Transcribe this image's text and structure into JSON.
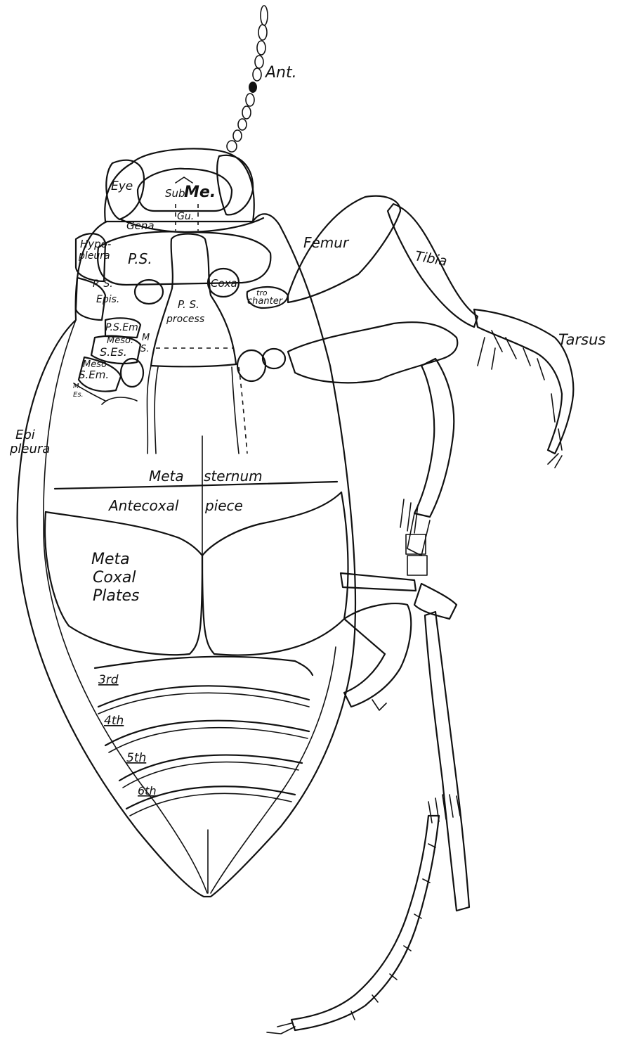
{
  "labels": {
    "ant": "Ant.",
    "eye": "Eye",
    "sub": "Sub",
    "me": "Me.",
    "gu": "Gu.",
    "gena": "Gena",
    "hypo1": "Hypo-",
    "hypo2": "pleura",
    "ps": "P.S.",
    "pse": "P. S.",
    "epis": "Epis.",
    "psem": "P.S.Em",
    "meso_ses1": "Meso.",
    "meso_ses2": "S.Es.",
    "ms1": "M",
    "ms2": "S.",
    "meso_sem1": "Meso",
    "meso_sem2": "S.Em.",
    "mes_small": "M.",
    "es_small": "Es.",
    "psp1": "P. S.",
    "psp2": "process",
    "coxa": "Coxa",
    "tro1": "tro",
    "tro2": "chanter",
    "femur": "Femur",
    "tibia": "Tibia",
    "tarsus": "Tarsus",
    "epi1": "Epi",
    "epi2": "pleura",
    "meta": "Meta",
    "sternum": "sternum",
    "antecoxal": "Antecoxal",
    "piece": "piece",
    "mcp1": "Meta",
    "mcp2": "Coxal",
    "mcp3": "Plates",
    "seg3": "3rd",
    "seg4": "4th",
    "seg5": "5th",
    "seg6": "6th"
  }
}
